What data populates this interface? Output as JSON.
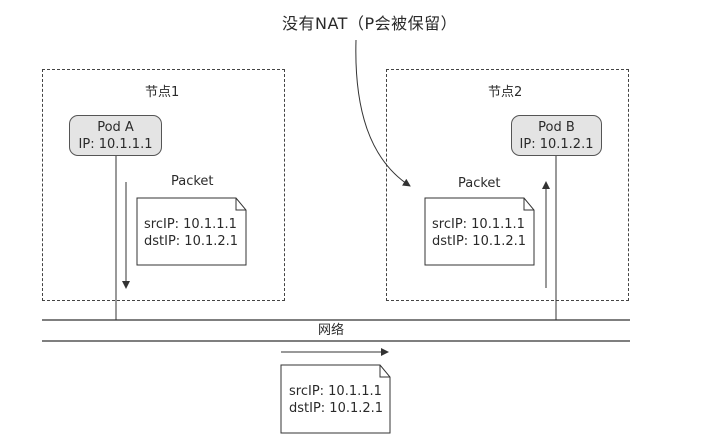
{
  "annotation": {
    "text": "没有NAT（P会被保留）"
  },
  "nodes": [
    {
      "label": "节点1"
    },
    {
      "label": "节点2"
    }
  ],
  "pods": [
    {
      "name": "Pod A",
      "ip": "IP: 10.1.1.1"
    },
    {
      "name": "Pod B",
      "ip": "IP: 10.1.2.1"
    }
  ],
  "packets": [
    {
      "label": "Packet",
      "src": "srcIP: 10.1.1.1",
      "dst": "dstIP: 10.1.2.1"
    },
    {
      "label": "Packet",
      "src": "srcIP: 10.1.1.1",
      "dst": "dstIP: 10.1.2.1"
    },
    {
      "src": "srcIP: 10.1.1.1",
      "dst": "dstIP: 10.1.2.1"
    }
  ],
  "network": {
    "label": "网络"
  },
  "colors": {
    "pod_fill": "#e4e4e4",
    "line": "#333333"
  }
}
